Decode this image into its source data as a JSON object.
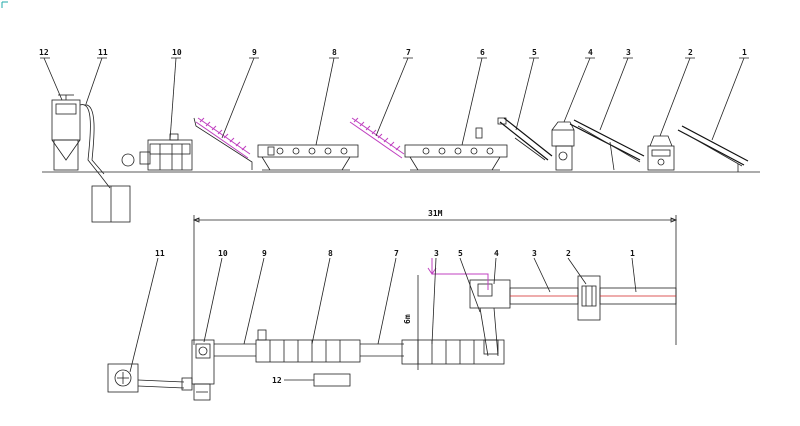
{
  "elevation_view": {
    "labels": [
      "12",
      "11",
      "10",
      "9",
      "8",
      "7",
      "6",
      "5",
      "4",
      "3",
      "2",
      "1"
    ]
  },
  "plan_view": {
    "labels": [
      "11",
      "10",
      "9",
      "8",
      "7",
      "3",
      "5",
      "4",
      "3",
      "2",
      "1",
      "12"
    ],
    "overall_length": "31M",
    "width_dim": "6m"
  },
  "colors": {
    "line": "#222222",
    "highlight": "#c040c0",
    "centerline": "#d02020"
  }
}
